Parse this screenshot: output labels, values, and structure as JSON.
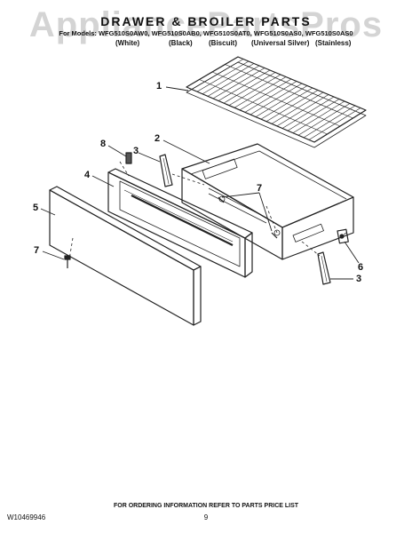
{
  "watermark": "AppliancePartsPros",
  "header": {
    "title": "DRAWER & BROILER PARTS",
    "models_line": "For Models: WFG510S0AW0, WFG510S0AB0, WFG510S0AT0, WFG510S0AS0, WFG510S0AS0",
    "finishes": [
      "(White)",
      "(Black)",
      "(Biscuit)",
      "(Universal Silver)",
      "(Stainless)"
    ]
  },
  "callouts": {
    "c1": "1",
    "c2": "2",
    "c3a": "3",
    "c3b": "3",
    "c4": "4",
    "c5": "5",
    "c6": "6",
    "c7a": "7",
    "c7b": "7",
    "c8": "8"
  },
  "footer": {
    "note": "FOR ORDERING INFORMATION REFER TO PARTS PRICE LIST",
    "doc_code": "W10469946",
    "page": "9"
  }
}
